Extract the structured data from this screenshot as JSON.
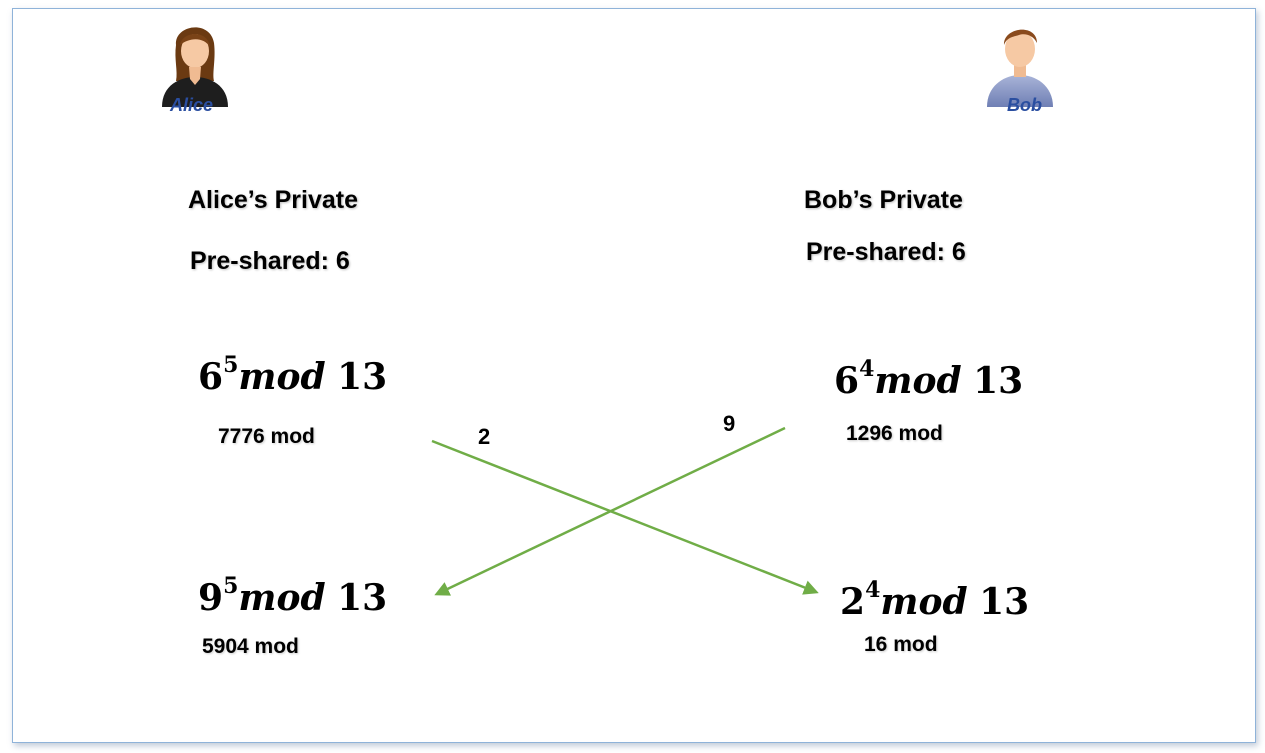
{
  "alice": {
    "name": "Alice",
    "private_label": "Alice’s Private",
    "preshared_label": "Pre-shared: 6",
    "step1": {
      "base": "6",
      "exp": "5",
      "op": "mod",
      "modulus": "13",
      "expanded": "7776 mod"
    },
    "step2": {
      "base": "9",
      "exp": "5",
      "op": "mod",
      "modulus": "13",
      "expanded": "5904 mod"
    }
  },
  "bob": {
    "name": "Bob",
    "private_label": "Bob’s Private",
    "preshared_label": "Pre-shared: 6",
    "step1": {
      "base": "6",
      "exp": "4",
      "op": "mod",
      "modulus": "13",
      "expanded": "1296 mod"
    },
    "step2": {
      "base": "2",
      "exp": "4",
      "op": "mod",
      "modulus": "13",
      "expanded": "16 mod"
    }
  },
  "transfers": {
    "alice_to_bob": "2",
    "bob_to_alice": "9"
  },
  "colors": {
    "arrow": "#70ad47",
    "frame_border": "#8fb3d9",
    "avatar_name": "#2a4ea0"
  },
  "icons": {
    "alice": "female-user-icon",
    "bob": "male-user-icon"
  }
}
